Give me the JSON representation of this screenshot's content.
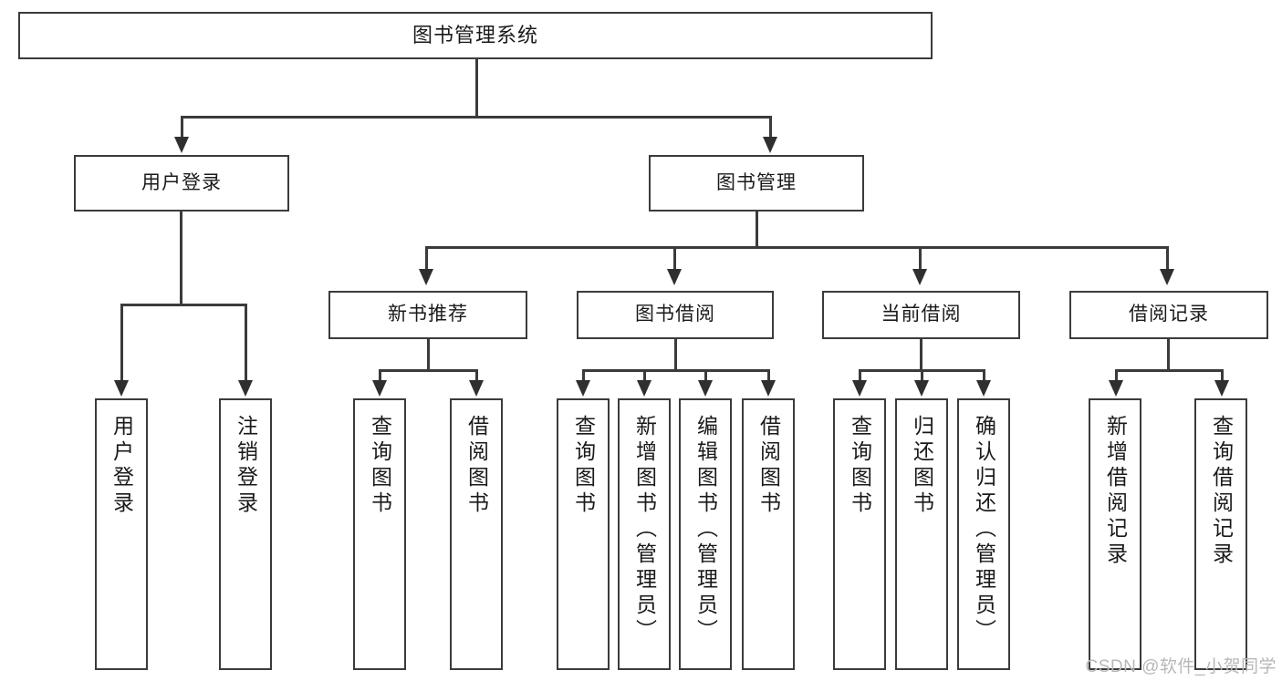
{
  "diagram": {
    "type": "tree-hierarchy",
    "orientation": "top-down",
    "background_color": "#ffffff",
    "box_border_color": "#3b3b3b",
    "connector_color": "#2f2f2f",
    "text_color": "#1a1a1a"
  },
  "root": {
    "label": "图书管理系统"
  },
  "level2": [
    {
      "label": "用户登录"
    },
    {
      "label": "图书管理"
    }
  ],
  "level3": [
    {
      "label": "新书推荐"
    },
    {
      "label": "图书借阅"
    },
    {
      "label": "当前借阅"
    },
    {
      "label": "借阅记录"
    }
  ],
  "leaves": {
    "user_login": [
      {
        "label": "用户登录"
      },
      {
        "label": "注销登录"
      }
    ],
    "new_book": [
      {
        "label": "查询图书"
      },
      {
        "label": "借阅图书"
      }
    ],
    "book_borrow": [
      {
        "label": "查询图书"
      },
      {
        "label": "新增图书（管理员）"
      },
      {
        "label": "编辑图书（管理员）"
      },
      {
        "label": "借阅图书"
      }
    ],
    "current_borrow": [
      {
        "label": "查询图书"
      },
      {
        "label": "归还图书"
      },
      {
        "label": "确认归还（管理员）"
      }
    ],
    "borrow_record": [
      {
        "label": "新增借阅记录"
      },
      {
        "label": "查询借阅记录"
      }
    ]
  },
  "watermark": {
    "text": "CSDN @软件_小贺同学",
    "color": "#b8b8b8"
  }
}
